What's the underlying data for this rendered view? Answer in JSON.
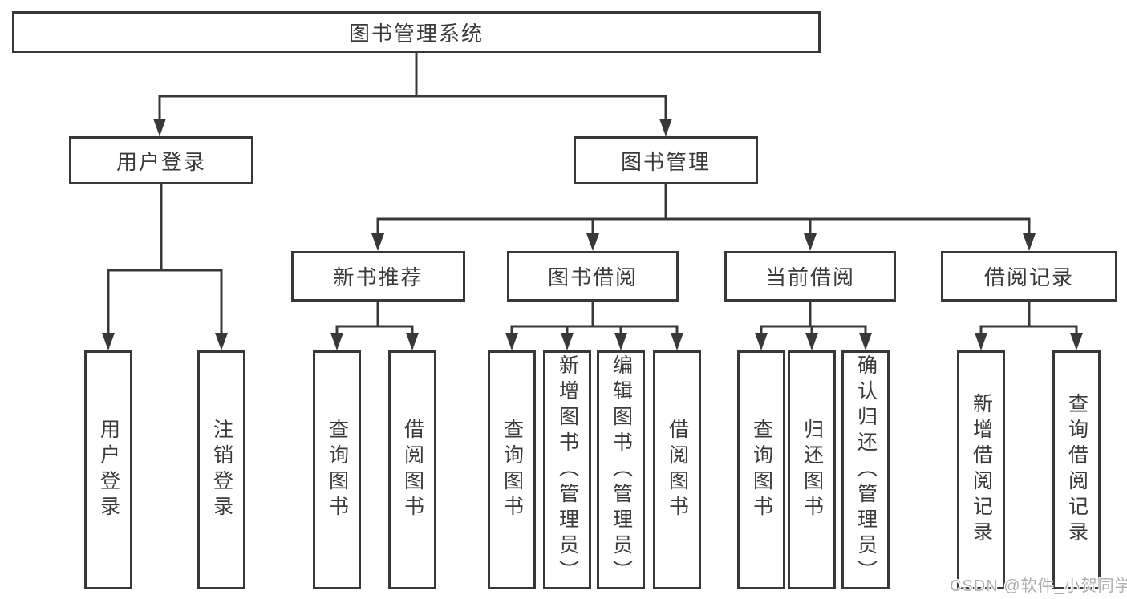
{
  "nodes": {
    "system": "图书管理系统",
    "user_login": "用户登录",
    "book_management": "图书管理",
    "new_book_recommend": "新书推荐",
    "book_borrowing": "图书借阅",
    "current_borrowing": "当前借阅",
    "borrowing_records": "借阅记录",
    "login": "用户登录",
    "logout": "注销登录",
    "nbr_query_books": "查询图书",
    "nbr_borrow_books": "借阅图书",
    "bb_query_books": "查询图书",
    "bb_add_books": "新增图书（管理员）",
    "bb_edit_books": "编辑图书（管理员）",
    "bb_borrow_books": "借阅图书",
    "cb_query_books": "查询图书",
    "cb_return_books": "归还图书",
    "cb_confirm_return": "确认归还（管理员）",
    "br_add_record": "新增借阅记录",
    "br_query_record": "查询借阅记录"
  },
  "watermark": "CSDN @软件_小贺同学",
  "colors": {
    "line": "#383838",
    "text": "#3a3a3a",
    "watermark": "#aeaeae",
    "background": "#ffffff"
  }
}
